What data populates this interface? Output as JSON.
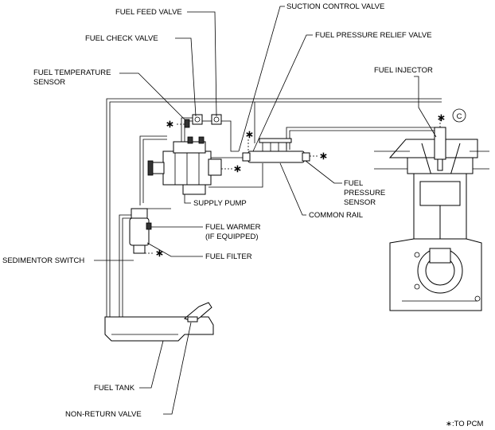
{
  "labels": {
    "fuel_feed_valve": "FUEL FEED VALVE",
    "suction_control_valve": "SUCTION CONTROL VALVE",
    "fuel_check_valve": "FUEL CHECK VALVE",
    "fuel_pressure_relief_valve": "FUEL PRESSURE RELIEF VALVE",
    "fuel_temperature_sensor_line1": "FUEL TEMPERATURE",
    "fuel_temperature_sensor_line2": "SENSOR",
    "fuel_injector": "FUEL INJECTOR",
    "fuel_pressure_sensor_line1": "FUEL",
    "fuel_pressure_sensor_line2": "PRESSURE",
    "fuel_pressure_sensor_line3": "SENSOR",
    "supply_pump": "SUPPLY PUMP",
    "common_rail": "COMMON RAIL",
    "fuel_warmer_line1": "FUEL WARMER",
    "fuel_warmer_line2": "(IF EQUIPPED)",
    "fuel_filter": "FUEL FILTER",
    "sedimentor_switch": "SEDIMENTOR SWITCH",
    "fuel_tank": "FUEL TANK",
    "non_return_valve": "NON-RETURN VALVE",
    "legend": "∗:TO PCM",
    "circle_c": "C"
  },
  "marker": "∗"
}
